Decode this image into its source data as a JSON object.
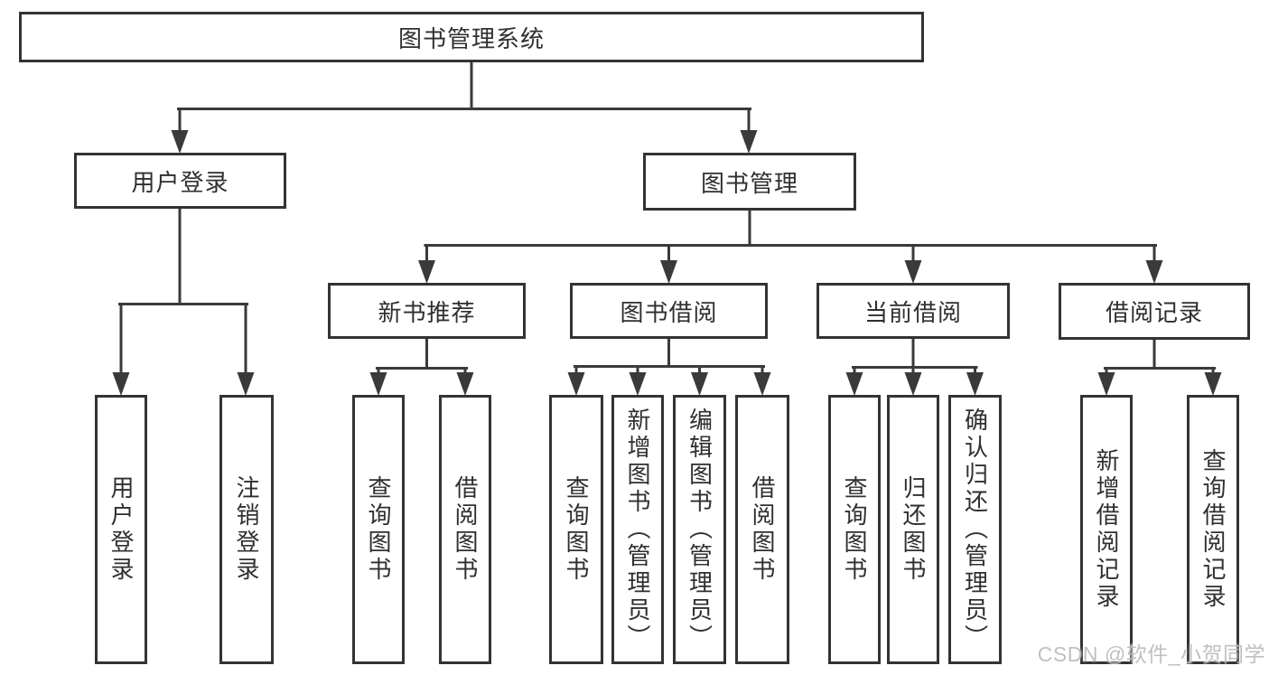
{
  "root": {
    "label": "图书管理系统"
  },
  "branches": [
    {
      "label": "用户登录",
      "children": [
        {
          "label": "用户登录"
        },
        {
          "label": "注销登录"
        }
      ]
    },
    {
      "label": "图书管理",
      "children": [
        {
          "label": "新书推荐",
          "children": [
            {
              "label": "查询图书"
            },
            {
              "label": "借阅图书"
            }
          ]
        },
        {
          "label": "图书借阅",
          "children": [
            {
              "label": "查询图书"
            },
            {
              "label": "新增图书（管理员）"
            },
            {
              "label": "编辑图书（管理员）"
            },
            {
              "label": "借阅图书"
            }
          ]
        },
        {
          "label": "当前借阅",
          "children": [
            {
              "label": "查询图书"
            },
            {
              "label": "归还图书"
            },
            {
              "label": "确认归还（管理员）"
            }
          ]
        },
        {
          "label": "借阅记录",
          "children": [
            {
              "label": "新增借阅记录"
            },
            {
              "label": "查询借阅记录"
            }
          ]
        }
      ]
    }
  ],
  "watermark": {
    "text": "CSDN @软件_小贺同学"
  },
  "colors": {
    "line": "#3a3a3a",
    "border": "#333333",
    "text": "#2f2f2f",
    "watermark": "#b9bbbd",
    "background": "#ffffff"
  }
}
